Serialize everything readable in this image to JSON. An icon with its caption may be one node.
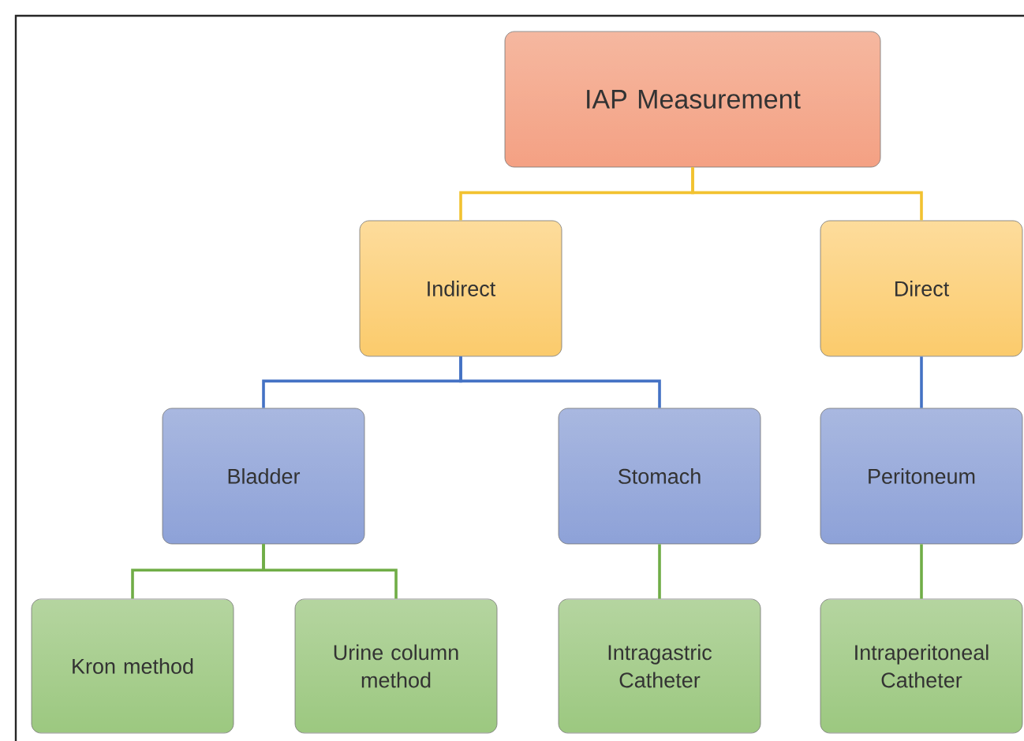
{
  "diagram": {
    "nodes": [
      {
        "text": [
          "IAP Measurement"
        ]
      },
      {
        "text": [
          "Indirect"
        ]
      },
      {
        "text": [
          "Direct"
        ]
      },
      {
        "text": [
          "Bladder"
        ]
      },
      {
        "text": [
          "Stomach"
        ]
      },
      {
        "text": [
          "Peritoneum"
        ]
      },
      {
        "text": [
          "Kron method"
        ]
      },
      {
        "text": [
          "Urine column method"
        ]
      },
      {
        "text": [
          "Intragastric Catheter"
        ]
      },
      {
        "text": [
          "Intraperitoneal Catheter"
        ]
      }
    ],
    "edges": [
      {
        "from": 0,
        "to": 1,
        "arrow": "none",
        "color": "#f2c230"
      },
      {
        "from": 0,
        "to": 2,
        "arrow": "none",
        "color": "#f2c230"
      },
      {
        "from": 1,
        "to": 3,
        "arrow": "none",
        "color": "#4472c4"
      },
      {
        "from": 1,
        "to": 4,
        "arrow": "none",
        "color": "#4472c4"
      },
      {
        "from": 2,
        "to": 5,
        "arrow": "none",
        "color": "#4472c4"
      },
      {
        "from": 3,
        "to": 6,
        "arrow": "none"
      },
      {
        "from": 3,
        "to": 7,
        "arrow": "none"
      },
      {
        "from": 4,
        "to": 8,
        "arrow": "none"
      },
      {
        "from": 5,
        "to": 9,
        "arrow": "none"
      }
    ]
  }
}
